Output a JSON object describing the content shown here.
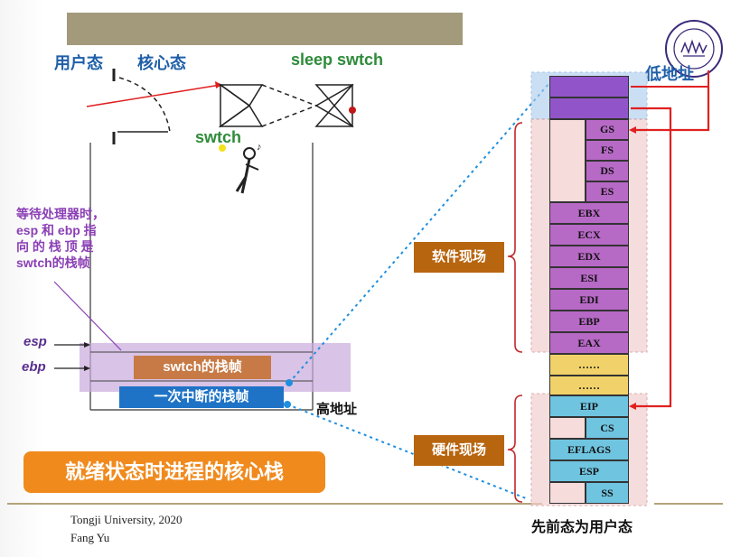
{
  "labels": {
    "user_mode": "用户态",
    "kernel_mode": "核心态",
    "sleep_swtch": "sleep swtch",
    "swtch": "swtch",
    "low_addr": "低地址",
    "high_addr": "高地址",
    "esp": "esp",
    "ebp": "ebp",
    "note": [
      "等待处理器时，",
      "esp 和 ebp 指",
      "向 的 栈 顶 是",
      "swtch的栈帧"
    ],
    "swtch_frame": "swtch的栈帧",
    "interrupt_frame": "一次中断的栈帧",
    "big_title": "就绪状态时进程的核心栈",
    "software_context": "软件现场",
    "hardware_context": "硬件现场",
    "prev_user_mode": "先前态为用户态"
  },
  "stack": {
    "segment_regs": [
      "GS",
      "FS",
      "DS",
      "ES"
    ],
    "general_regs": [
      "EBX",
      "ECX",
      "EDX",
      "ESI",
      "EDI",
      "EBP",
      "EAX"
    ],
    "filler": [
      "……",
      "……"
    ],
    "hw": [
      "EIP",
      "CS",
      "EFLAGS",
      "ESP",
      "SS"
    ]
  },
  "footer": {
    "line1": "Tongji University,  2020",
    "line2": "Fang Yu"
  },
  "colors": {
    "purple": "#b769c6",
    "yellow": "#f1d26a",
    "cyan": "#6fc4e0",
    "orange": "#f08a1d",
    "blue": "#1f73c6",
    "red": "#e02020"
  }
}
